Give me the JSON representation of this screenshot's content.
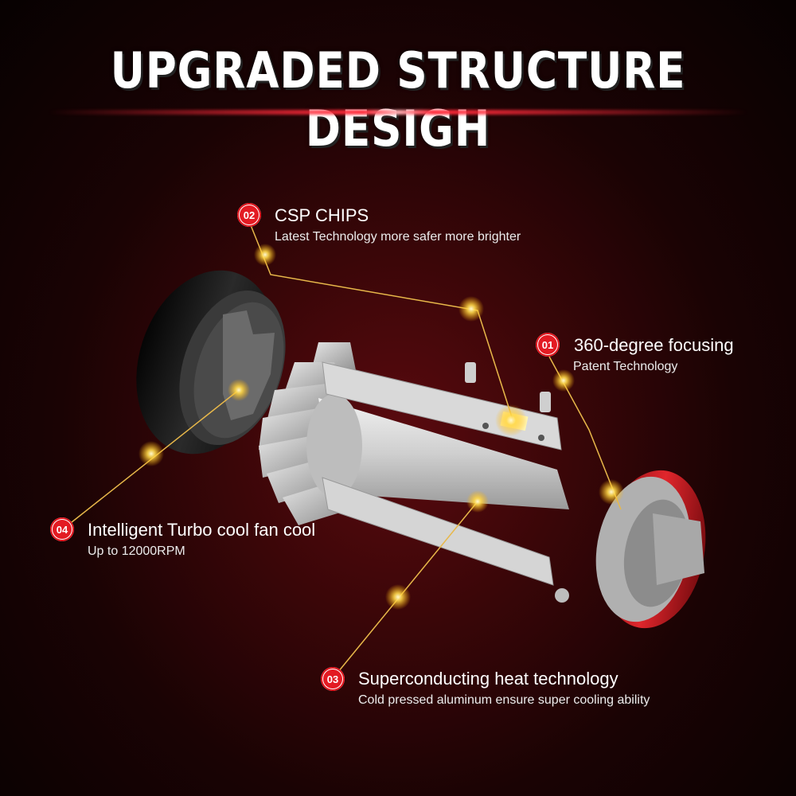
{
  "headline": "UPGRADED STRUCTURE DESIGH",
  "callouts": {
    "c01": {
      "number": "01",
      "title": "360-degree focusing",
      "subtitle": "Patent Technology"
    },
    "c02": {
      "number": "02",
      "title": "CSP CHIPS",
      "subtitle": "Latest Technology more safer more brighter"
    },
    "c03": {
      "number": "03",
      "title": "Superconducting heat technology",
      "subtitle": "Cold pressed aluminum ensure super cooling ability"
    },
    "c04": {
      "number": "04",
      "title": "Intelligent Turbo cool fan cool",
      "subtitle": "Up to 12000RPM"
    }
  },
  "colors": {
    "accent_red": "#e31b23",
    "leader_gold": "#e8b84a",
    "background_dark": "#1a0304"
  }
}
